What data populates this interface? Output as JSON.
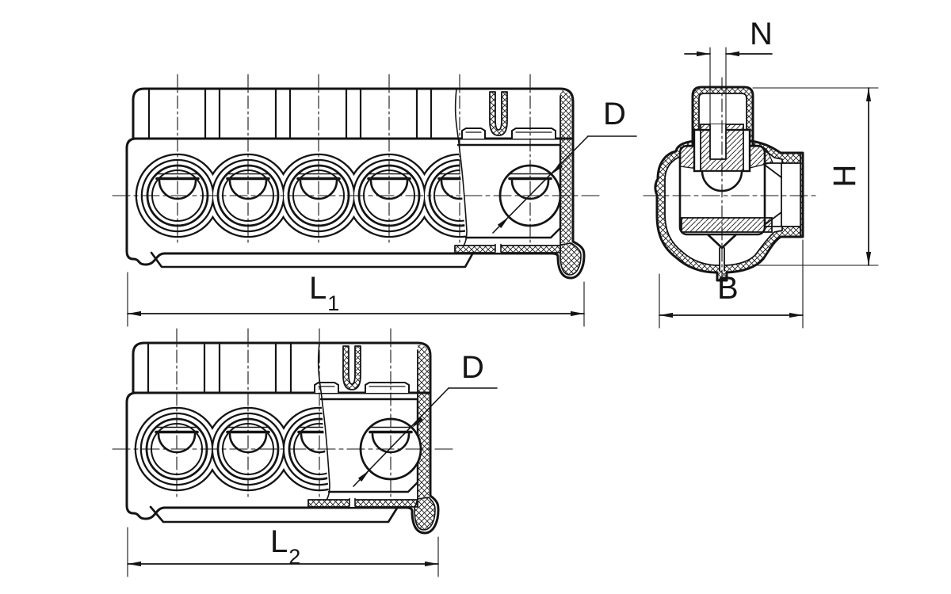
{
  "document": {
    "type": "technical-drawing",
    "background": "#ffffff",
    "line_color": "#141414"
  },
  "views": {
    "side_6": {
      "name": "connector-side-view-6-ports",
      "ports": 6,
      "length_dim": {
        "base": "L",
        "sub": "1"
      },
      "hole_dim": "D"
    },
    "side_4": {
      "name": "connector-side-view-4-ports",
      "ports": 4,
      "length_dim": {
        "base": "L",
        "sub": "2"
      },
      "hole_dim": "D"
    },
    "end": {
      "name": "connector-end-section-view",
      "socket_width_dim": "N",
      "height_dim": "H",
      "width_dim": "B"
    }
  }
}
